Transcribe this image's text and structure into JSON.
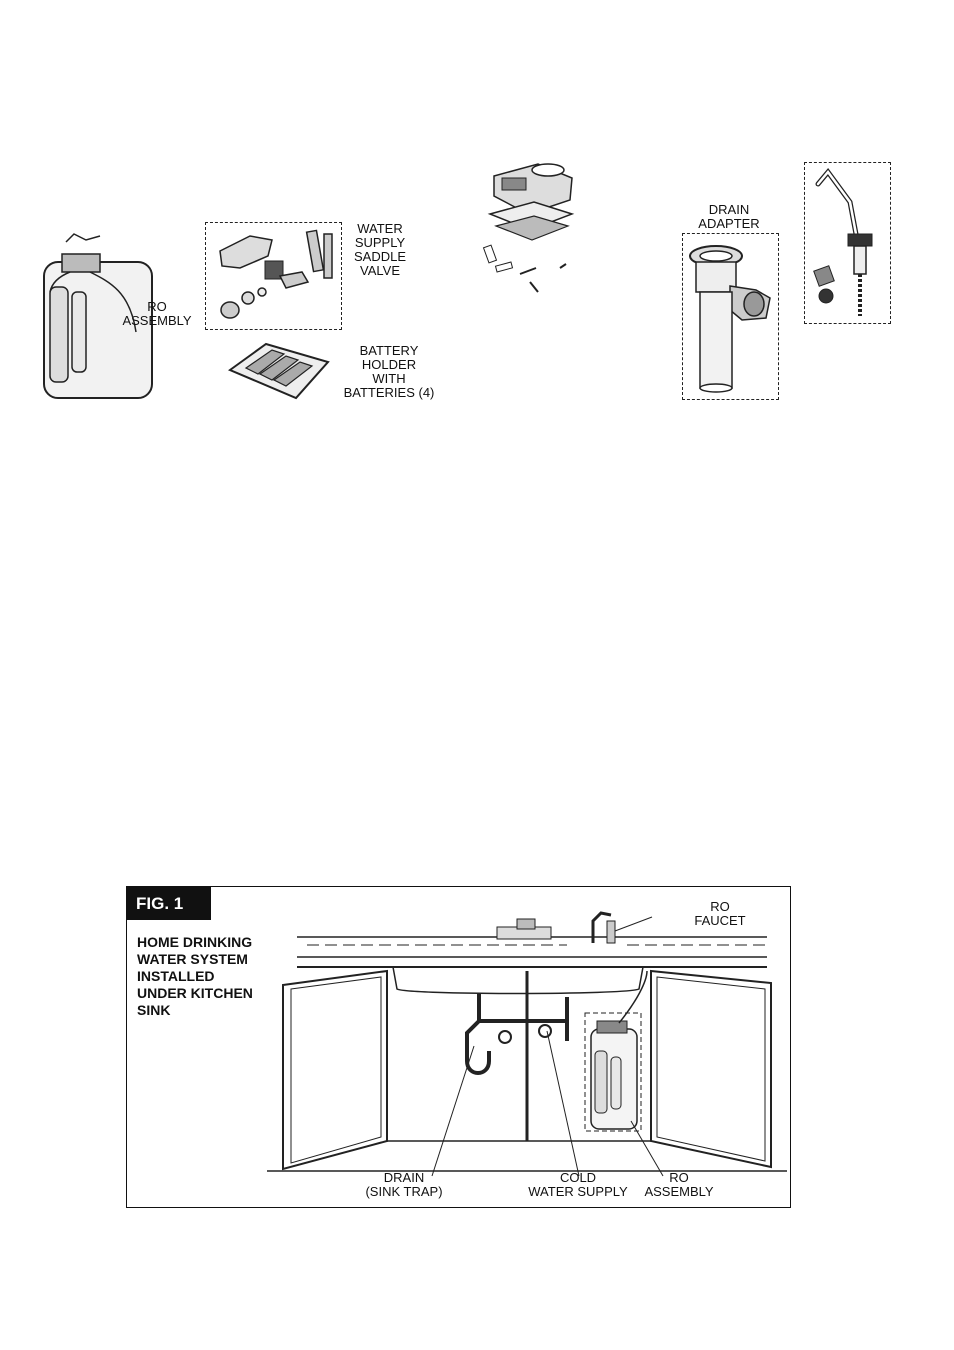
{
  "parts": {
    "ro_assembly": [
      "RO",
      "ASSEMBLY"
    ],
    "saddle_valve": [
      "WATER",
      "SUPPLY",
      "SADDLE",
      "VALVE"
    ],
    "battery_holder": [
      "BATTERY",
      "HOLDER",
      "WITH",
      "BATTERIES (4)"
    ],
    "drain_adapter": [
      "DRAIN",
      "ADAPTER"
    ]
  },
  "figure": {
    "tag": "FIG. 1",
    "caption": [
      "HOME DRINKING",
      "WATER SYSTEM",
      "INSTALLED",
      "UNDER KITCHEN",
      "SINK"
    ],
    "callouts": {
      "ro_faucet": [
        "RO",
        "FAUCET"
      ],
      "drain": [
        "DRAIN",
        "(SINK TRAP)"
      ],
      "cold_water": [
        "COLD",
        "WATER SUPPLY"
      ],
      "ro_assembly": [
        "RO",
        "ASSEMBLY"
      ]
    }
  }
}
